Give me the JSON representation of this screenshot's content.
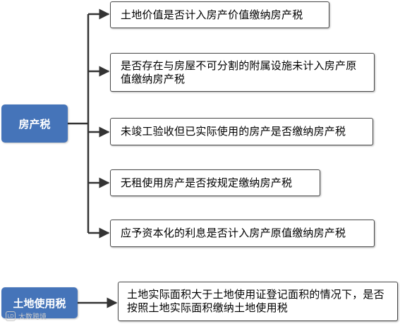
{
  "house_tax": {
    "label": "房产税",
    "items": [
      "土地价值是否计入房产价值缴纳房产税",
      "是否存在与房屋不可分割的附属设施未计入房产原值缴纳房产税",
      "未竣工验收但已实际使用的房产是否缴纳房产税",
      "无租使用房产是否按规定缴纳房产税",
      "应予资本化的利息是否计入房产原值缴纳房产税"
    ]
  },
  "land_tax": {
    "label": "土地使用税",
    "items": [
      "土地实际面积大于土地使用证登记面积的情况下，是否按照土地实际面积缴纳土地使用税"
    ]
  },
  "watermark": {
    "logo": "LD",
    "text": "大数跨境"
  },
  "colors": {
    "category_fill": "#4574b9",
    "connector": "#333333"
  }
}
